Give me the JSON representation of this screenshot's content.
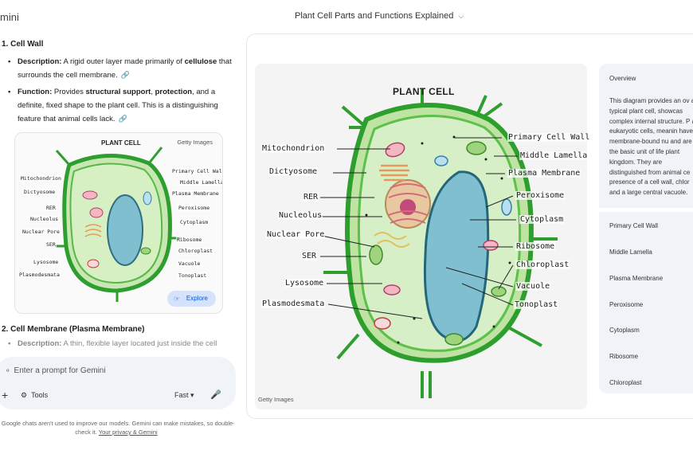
{
  "app": {
    "title": "mini"
  },
  "chat_title": "Plant Cell Parts and Functions Explained",
  "chat": {
    "section1_title": "1. Cell Wall",
    "bullet1_label": "Description:",
    "bullet1_text_a": " A rigid outer layer made primarily of ",
    "bullet1_bold": "cellulose",
    "bullet1_text_b": " that surrounds the cell membrane.",
    "bullet2_label": "Function:",
    "bullet2_text_a": " Provides ",
    "bullet2_bold1": "structural support",
    "bullet2_text_b": ", ",
    "bullet2_bold2": "protection",
    "bullet2_text_c": ", and a definite, fixed shape to the plant cell. This is a distinguishing feature that animal cells lack.",
    "thumb_title": "PLANT CELL",
    "thumb_credit": "Getty Images",
    "explore_label": "Explore",
    "section2_title": "2. Cell Membrane (Plasma Membrane)",
    "bullet3_label": "Description:",
    "bullet3_text": " A thin, flexible layer located just inside the cell"
  },
  "thumb_labels": {
    "mitochondrion": "Mitochondrion",
    "dictyosome": "Dictyosome",
    "rer": "RER",
    "nucleolus": "Nucleolus",
    "nuclear_pore": "Nuclear Pore",
    "ser": "SER",
    "lysosome": "Lysosome",
    "plasmodesmata": "Plasmodesmata",
    "primary_cell_wall": "Primary Cell Wall",
    "middle_lamella": "Middle Lamella",
    "plasma_membrane": "Plasma Membrane",
    "peroxisome": "Peroxisome",
    "cytoplasm": "Cytoplasm",
    "ribosome": "Ribosome",
    "chloroplast": "Chloroplast",
    "vacuole": "Vacuole",
    "tonoplast": "Tonoplast"
  },
  "prompt": {
    "placeholder": "Enter a prompt for Gemini",
    "tools_label": "Tools",
    "mode_label": "Fast",
    "disclaimer_a": "r Google chats aren't used to improve our models. Gemini can make mistakes, so double-check it.",
    "disclaimer_link": "Your privacy & Gemini"
  },
  "diagram": {
    "title": "PLANT CELL",
    "credit": "Getty Images",
    "labels": {
      "mitochondrion": "Mitochondrion",
      "dictyosome": "Dictyosome",
      "rer": "RER",
      "nucleolus": "Nucleolus",
      "nuclear_pore": "Nuclear Pore",
      "ser": "SER",
      "lysosome": "Lysosome",
      "plasmodesmata": "Plasmodesmata",
      "primary_cell_wall": "Primary Cell Wall",
      "middle_lamella": "Middle Lamella",
      "plasma_membrane": "Plasma Membrane",
      "peroxisome": "Peroxisome",
      "cytoplasm": "Cytoplasm",
      "ribosome": "Ribosome",
      "chloroplast": "Chloroplast",
      "vacuole": "Vacuole",
      "tonoplast": "Tonoplast"
    }
  },
  "sidebar": {
    "overview_heading": "Overview",
    "overview_text": "This diagram provides an ov a typical plant cell, showcas complex internal structure. P are eukaryotic cells, meanin have a membrane-bound nu and are the basic unit of life plant kingdom. They are distinguished from animal ce presence of a cell wall, chlor and a large central vacuole.",
    "items": [
      "Primary Cell Wall",
      "Middle Lamella",
      "Plasma Membrane",
      "Peroxisome",
      "Cytoplasm",
      "Ribosome",
      "Chloroplast"
    ]
  },
  "colors": {
    "cell_wall": "#2e9e2e",
    "cytoplasm": "#d4edc4",
    "vacuole": "#7fbfcf",
    "accent": "#0b57d0",
    "prompt_bg": "#f0f4f9"
  }
}
